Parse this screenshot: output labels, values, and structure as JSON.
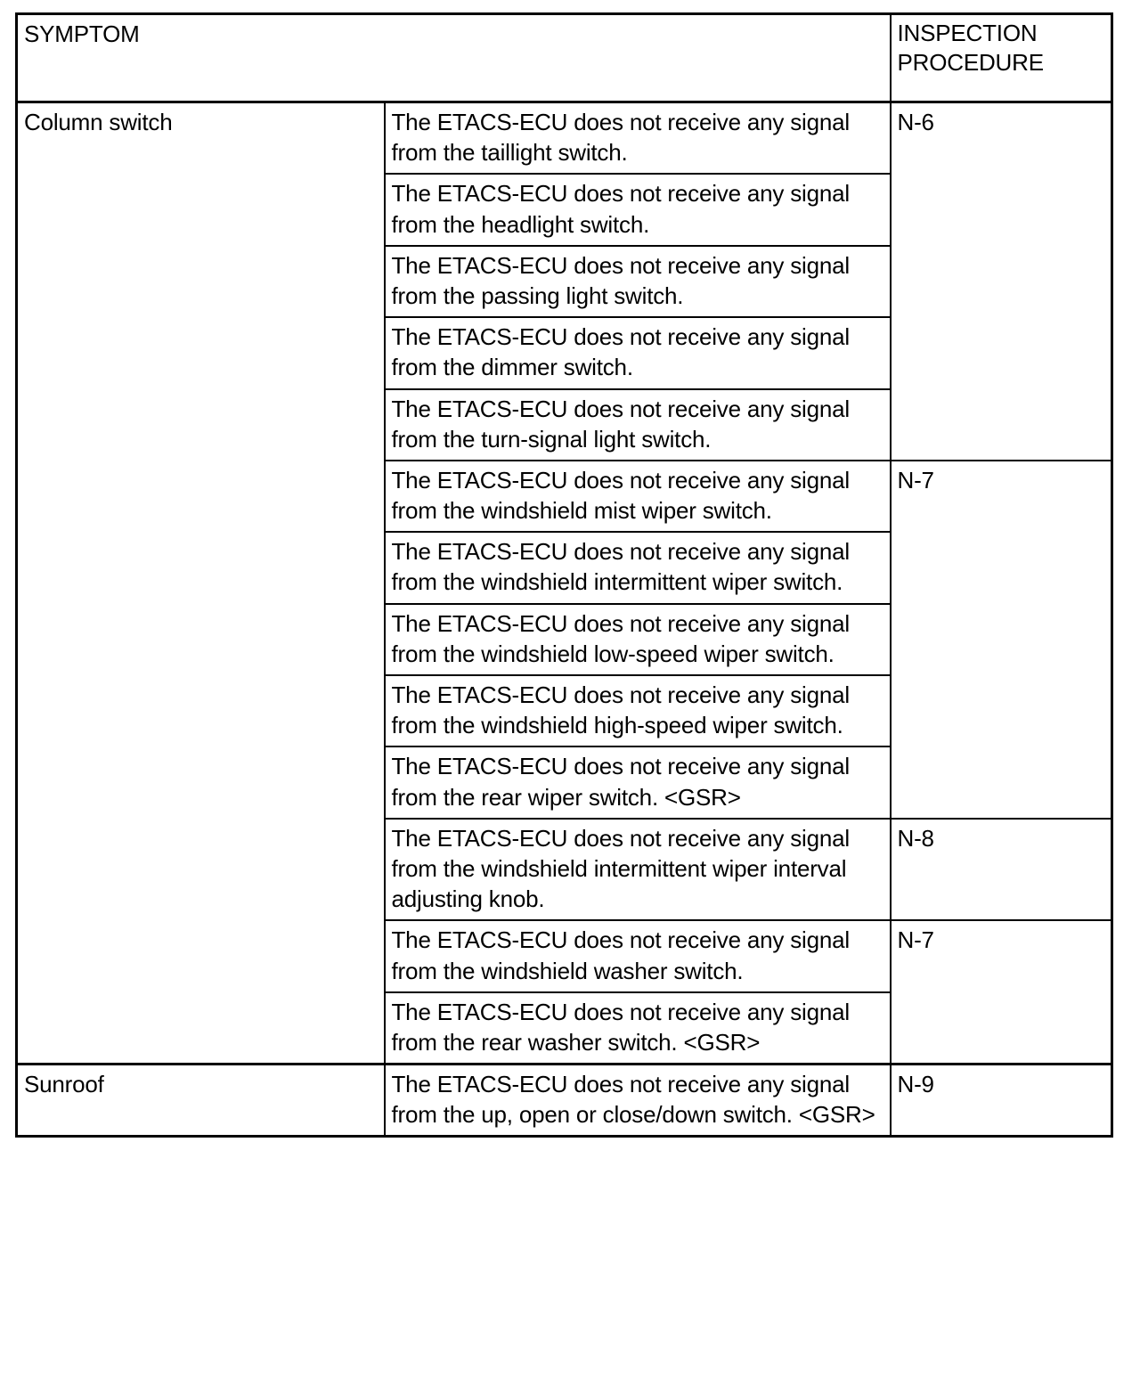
{
  "table": {
    "headers": {
      "symptom": "SYMPTOM",
      "description": "",
      "inspection_procedure": "INSPECTION\nPROCEDURE"
    },
    "groups": [
      {
        "symptom": "Column switch",
        "rows": [
          {
            "description": "The ETACS-ECU does not receive any signal from the taillight switch.",
            "procedure": "N-6",
            "procedure_rowspan": 5
          },
          {
            "description": "The ETACS-ECU does not receive any signal from the headlight switch.",
            "procedure": null
          },
          {
            "description": "The ETACS-ECU does not receive any signal from the passing light switch.",
            "procedure": null
          },
          {
            "description": "The ETACS-ECU does not receive any signal from the dimmer switch.",
            "procedure": null
          },
          {
            "description": "The ETACS-ECU does not receive any signal from the turn-signal light switch.",
            "procedure": null
          },
          {
            "description": "The ETACS-ECU does not receive any signal from the windshield mist wiper switch.",
            "procedure": "N-7",
            "procedure_rowspan": 5
          },
          {
            "description": "The ETACS-ECU does not receive any signal from the windshield intermittent wiper switch.",
            "procedure": null
          },
          {
            "description": "The ETACS-ECU does not receive any signal from the windshield low-speed wiper switch.",
            "procedure": null
          },
          {
            "description": "The ETACS-ECU does not receive any signal from the windshield high-speed wiper switch.",
            "procedure": null
          },
          {
            "description": "The ETACS-ECU does not receive any signal from the rear wiper switch. <GSR>",
            "procedure": null
          },
          {
            "description": "The ETACS-ECU does not receive any signal from the windshield intermittent wiper interval adjusting knob.",
            "procedure": "N-8",
            "procedure_rowspan": 1
          },
          {
            "description": "The ETACS-ECU does not receive any signal from the windshield washer switch.",
            "procedure": "N-7",
            "procedure_rowspan": 2
          },
          {
            "description": "The ETACS-ECU does not receive any signal from the rear washer switch. <GSR>",
            "procedure": null
          }
        ]
      },
      {
        "symptom": "Sunroof",
        "rows": [
          {
            "description": "The ETACS-ECU does not receive any signal from the up, open or close/down switch. <GSR>",
            "procedure": "N-9",
            "procedure_rowspan": 1
          }
        ]
      }
    ]
  }
}
